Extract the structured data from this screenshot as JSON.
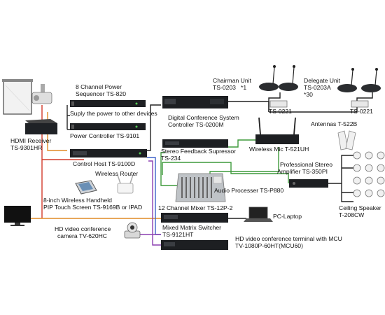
{
  "colors": {
    "red": "#d23a2a",
    "orange": "#e08a25",
    "green": "#3f9a3c",
    "blue": "#3d62c8",
    "purple": "#8b3fb0",
    "black": "#222222",
    "device_dark": "#1d1f22",
    "device_mid": "#2c2f33"
  },
  "labels": {
    "power_seq_1": "8 Channel Power",
    "power_seq_2": "Sequencer TS-820",
    "supply_power": "Suply the power to other devices",
    "power_controller": "Power Controller TS-9101",
    "hdmi_receiver_1": "HDMI Receiver",
    "hdmi_receiver_2": "TS-9301HR",
    "control_host": "Control Host TS-9100D",
    "wireless_router": "Wireless Router",
    "touch_screen_1": "8-inch Wireless Handheld",
    "touch_screen_2": "PIP Touch Screen TS-9169B or IPAD",
    "mixer": "12 Channel Mixer TS-12P-2",
    "camera_1": "HD video conference",
    "camera_2": "camera TV-620HC",
    "chairman_1": "Chairman Unit",
    "chairman_2": "TS-0203",
    "chairman_3": "*1",
    "delegate_1": "Delegate Unit",
    "delegate_2": "TS-0203A",
    "delegate_3": "*30",
    "splitter_left": "TS-0221",
    "splitter_right": "TS-0221",
    "dcs_1": "Digital Conference System",
    "dcs_2": "Controller TS-0200M",
    "antennas": "Antennas T-522B",
    "feedback_1": "Stereo Feedback Supressor",
    "feedback_2": "TS-234",
    "wireless_mic": "Wireless Mic T-521UH",
    "amp_1": "Professional Stereo",
    "amp_2": "Amplifier TS-350PI",
    "audio_processor": "Audio Processer TS-P880",
    "ceiling_1": "Ceiling Speaker",
    "ceiling_2": "T-208CW",
    "pc_laptop": "PC-Laptop",
    "matrix_1": "Mixed Matrix Switcher",
    "matrix_2": "TS-9121HT",
    "mcu_1": "HD video conference terminal with MCU",
    "mcu_2": "TV-1080P-60HT(MCU60)"
  }
}
